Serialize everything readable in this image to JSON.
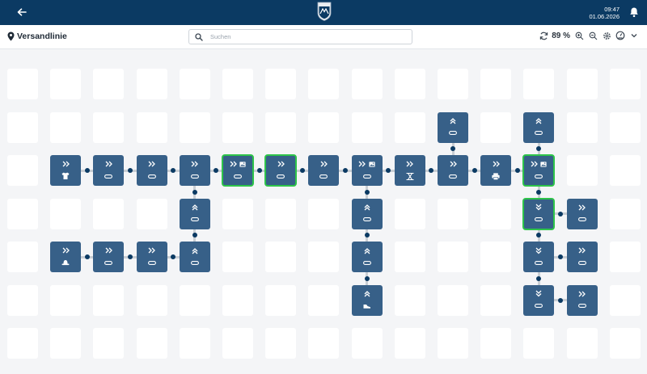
{
  "header": {
    "time": "09:47",
    "date": "01.06.2026"
  },
  "toolbar": {
    "title": "Versandlinie",
    "search_placeholder": "Suchen",
    "zoom": "89 %"
  },
  "colors": {
    "header": "#0b3a63",
    "tile": "#376088",
    "selected": "#2ec44a",
    "connector": "#c9ced4"
  },
  "grid": {
    "cols": 15,
    "rows": 7
  },
  "tiles": [
    {
      "c": 1,
      "r": 2,
      "top": "chevrons-right",
      "bottom": "shirt",
      "sel": false
    },
    {
      "c": 2,
      "r": 2,
      "top": "chevrons-right",
      "bottom": "conveyor",
      "sel": false
    },
    {
      "c": 3,
      "r": 2,
      "top": "chevrons-right",
      "bottom": "conveyor",
      "sel": false
    },
    {
      "c": 4,
      "r": 2,
      "top": "chevrons-right",
      "bottom": "conveyor",
      "sel": false
    },
    {
      "c": 5,
      "r": 2,
      "top": "chevrons-right",
      "bottom": "conveyor",
      "sel": true,
      "badge": true
    },
    {
      "c": 6,
      "r": 2,
      "top": "chevrons-right",
      "bottom": "conveyor",
      "sel": true
    },
    {
      "c": 7,
      "r": 2,
      "top": "chevrons-right",
      "bottom": "conveyor",
      "sel": false
    },
    {
      "c": 8,
      "r": 2,
      "top": "chevrons-right",
      "bottom": "conveyor",
      "sel": false,
      "badge": true
    },
    {
      "c": 9,
      "r": 2,
      "top": "chevrons-right",
      "bottom": "scale",
      "sel": false
    },
    {
      "c": 10,
      "r": 2,
      "top": "chevrons-right",
      "bottom": "conveyor",
      "sel": false
    },
    {
      "c": 11,
      "r": 2,
      "top": "chevrons-right",
      "bottom": "printer",
      "sel": false
    },
    {
      "c": 12,
      "r": 2,
      "top": "chevrons-right",
      "bottom": "conveyor",
      "sel": true,
      "badge": true
    },
    {
      "c": 10,
      "r": 1,
      "top": "chevrons-up",
      "bottom": "conveyor",
      "sel": false
    },
    {
      "c": 12,
      "r": 1,
      "top": "chevrons-up",
      "bottom": "conveyor",
      "sel": false
    },
    {
      "c": 4,
      "r": 3,
      "top": "chevrons-up",
      "bottom": "conveyor",
      "sel": false
    },
    {
      "c": 4,
      "r": 4,
      "top": "chevrons-up",
      "bottom": "conveyor",
      "sel": false
    },
    {
      "c": 1,
      "r": 4,
      "top": "chevrons-right",
      "bottom": "hat",
      "sel": false
    },
    {
      "c": 2,
      "r": 4,
      "top": "chevrons-right",
      "bottom": "conveyor",
      "sel": false
    },
    {
      "c": 3,
      "r": 4,
      "top": "chevrons-right",
      "bottom": "conveyor",
      "sel": false
    },
    {
      "c": 8,
      "r": 3,
      "top": "chevrons-up",
      "bottom": "conveyor",
      "sel": false
    },
    {
      "c": 8,
      "r": 4,
      "top": "chevrons-up",
      "bottom": "conveyor",
      "sel": false
    },
    {
      "c": 8,
      "r": 5,
      "top": "chevrons-up",
      "bottom": "shoe",
      "sel": false
    },
    {
      "c": 12,
      "r": 3,
      "top": "chevrons-down",
      "bottom": "conveyor",
      "sel": true
    },
    {
      "c": 12,
      "r": 4,
      "top": "chevrons-down",
      "bottom": "conveyor",
      "sel": false
    },
    {
      "c": 12,
      "r": 5,
      "top": "chevrons-down",
      "bottom": "conveyor",
      "sel": false
    },
    {
      "c": 13,
      "r": 3,
      "top": "chevrons-right",
      "bottom": "conveyor",
      "sel": false
    },
    {
      "c": 13,
      "r": 4,
      "top": "chevrons-right",
      "bottom": "conveyor",
      "sel": false
    },
    {
      "c": 13,
      "r": 5,
      "top": "chevrons-right",
      "bottom": "conveyor",
      "sel": false
    }
  ],
  "connections": [
    [
      1,
      2,
      2,
      2
    ],
    [
      2,
      2,
      3,
      2
    ],
    [
      3,
      2,
      4,
      2
    ],
    [
      4,
      2,
      5,
      2
    ],
    [
      5,
      2,
      6,
      2
    ],
    [
      6,
      2,
      7,
      2
    ],
    [
      7,
      2,
      8,
      2
    ],
    [
      8,
      2,
      9,
      2
    ],
    [
      9,
      2,
      10,
      2
    ],
    [
      10,
      2,
      11,
      2
    ],
    [
      11,
      2,
      12,
      2
    ],
    [
      10,
      1,
      10,
      2
    ],
    [
      12,
      1,
      12,
      2
    ],
    [
      4,
      2,
      4,
      3
    ],
    [
      4,
      3,
      4,
      4
    ],
    [
      1,
      4,
      2,
      4
    ],
    [
      2,
      4,
      3,
      4
    ],
    [
      3,
      4,
      4,
      4
    ],
    [
      8,
      2,
      8,
      3
    ],
    [
      8,
      3,
      8,
      4
    ],
    [
      8,
      4,
      8,
      5
    ],
    [
      12,
      2,
      12,
      3
    ],
    [
      12,
      3,
      12,
      4
    ],
    [
      12,
      4,
      12,
      5
    ],
    [
      12,
      3,
      13,
      3
    ],
    [
      12,
      4,
      13,
      4
    ],
    [
      12,
      5,
      13,
      5
    ]
  ]
}
